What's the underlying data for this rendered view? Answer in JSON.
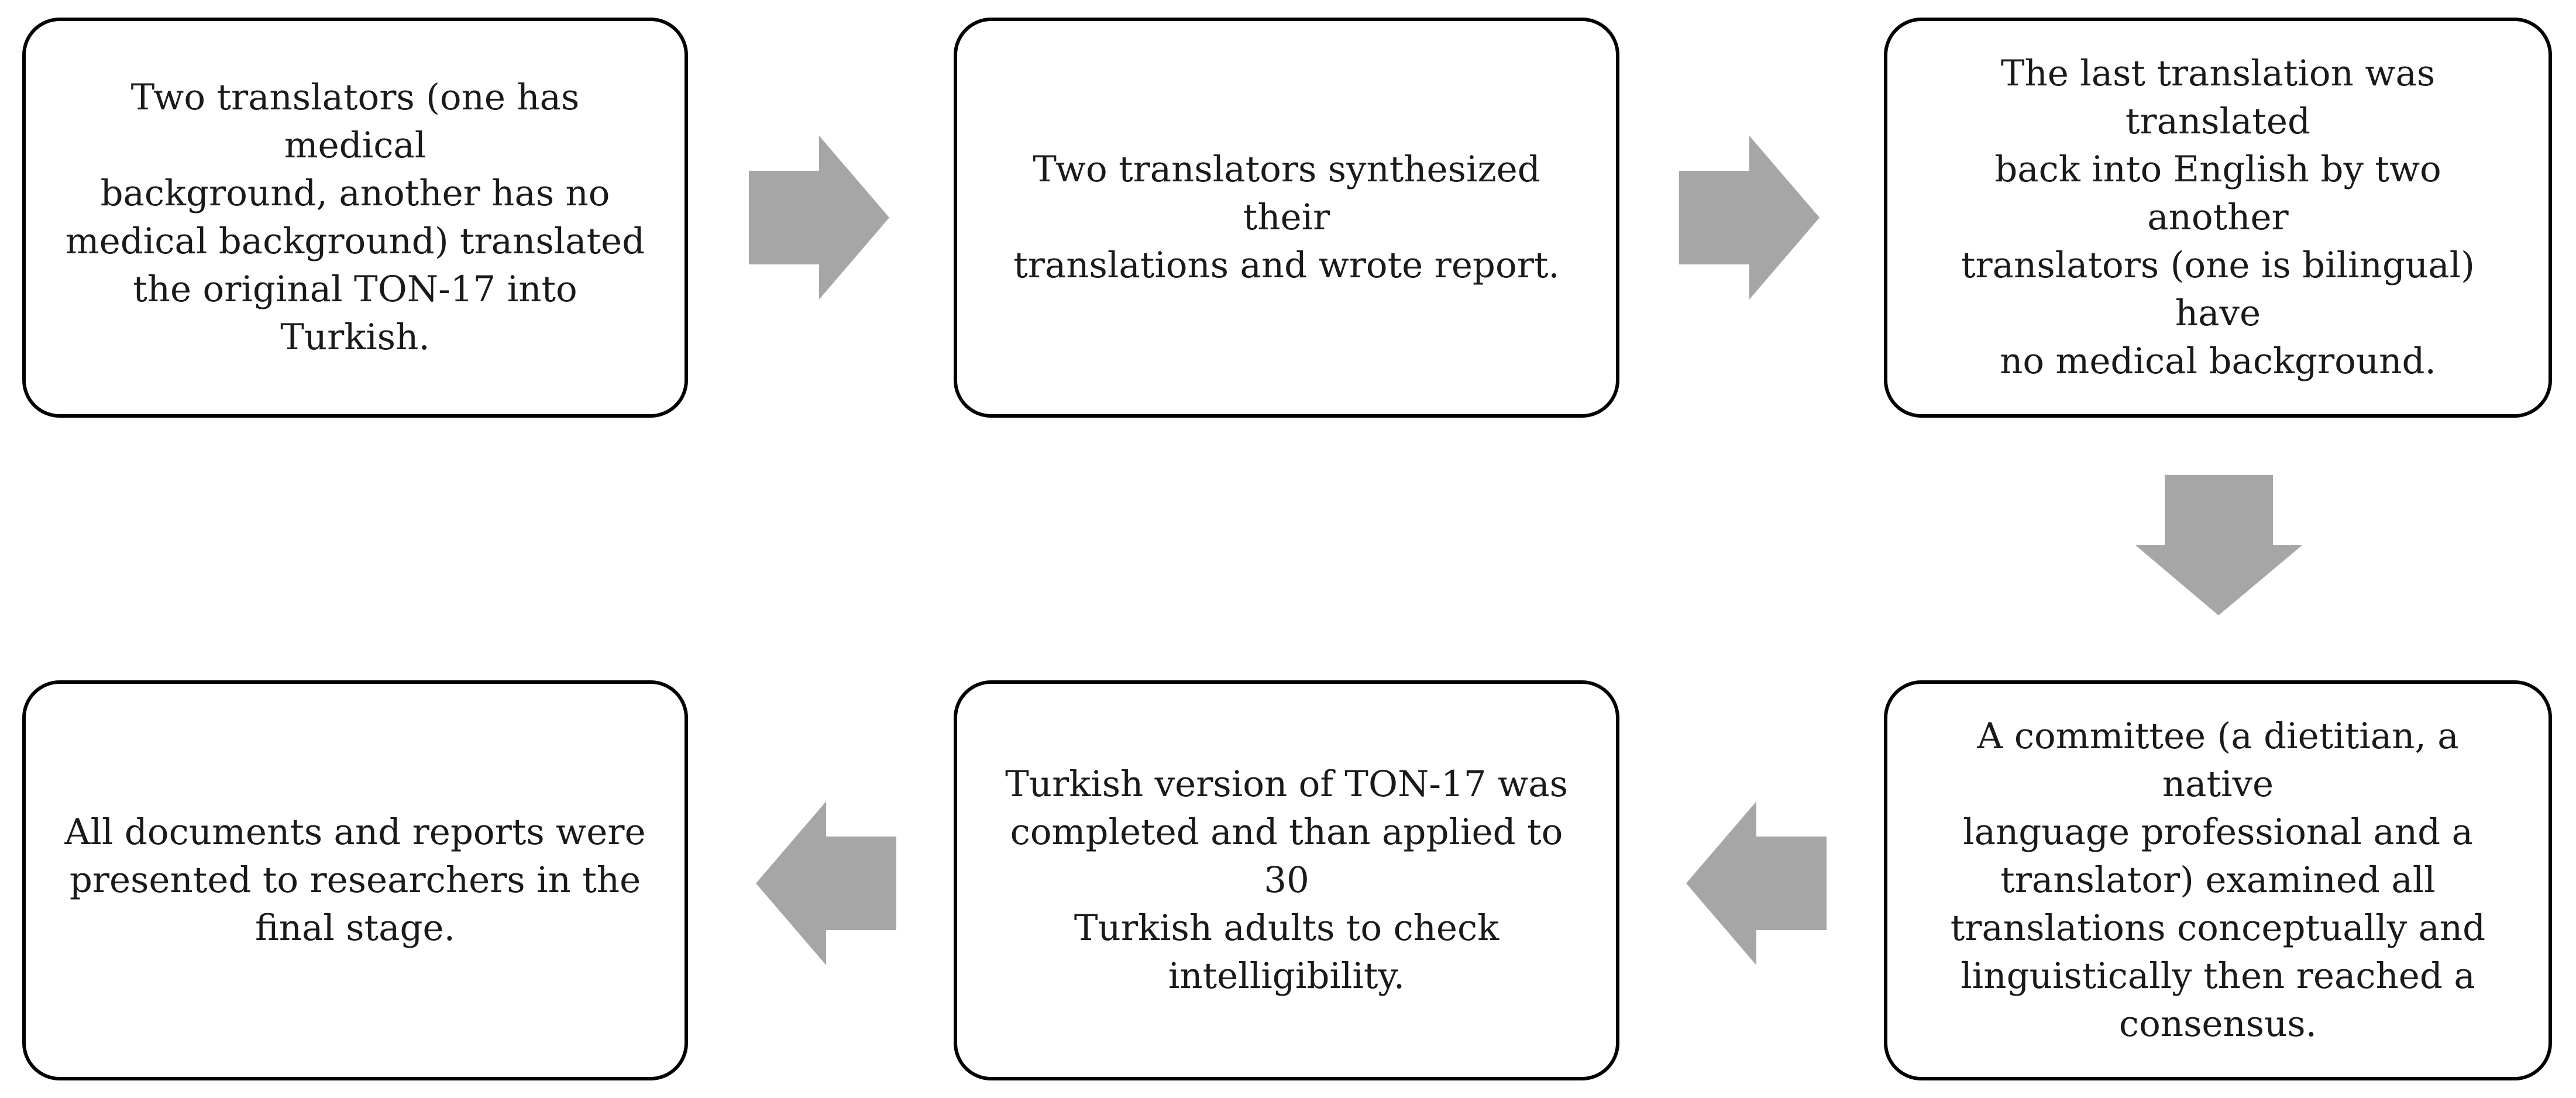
{
  "diagram": {
    "colors": {
      "box_border": "#000000",
      "box_fill": "#ffffff",
      "arrow_fill": "#a6a6a6",
      "text": "#1a1a1a"
    },
    "steps": [
      {
        "id": "step-1",
        "text": "Two translators (one has medical\nbackground, another has no\nmedical background) translated\nthe original TON-17 into Turkish."
      },
      {
        "id": "step-2",
        "text": "Two translators synthesized their\ntranslations and wrote report."
      },
      {
        "id": "step-3",
        "text": "The last translation was translated\nback into English by two another\ntranslators (one is bilingual) have\nno medical background."
      },
      {
        "id": "step-4",
        "text": "A  committee (a dietitian, a native\nlanguage professional and a\ntranslator) examined all\ntranslations conceptually and\nlinguistically then reached a\nconsensus."
      },
      {
        "id": "step-5",
        "text": "Turkish version of TON-17 was\ncompleted and than applied to 30\nTurkish adults to check\nintelligibility."
      },
      {
        "id": "step-6",
        "text": "All documents and reports were\npresented to researchers in the\nfinal stage."
      }
    ],
    "arrows": [
      {
        "id": "arrow-1-2",
        "direction": "right",
        "icon": "right-arrow-icon"
      },
      {
        "id": "arrow-2-3",
        "direction": "right",
        "icon": "right-arrow-icon"
      },
      {
        "id": "arrow-3-4",
        "direction": "down",
        "icon": "down-arrow-icon"
      },
      {
        "id": "arrow-4-5",
        "direction": "left",
        "icon": "left-arrow-icon"
      },
      {
        "id": "arrow-5-6",
        "direction": "left",
        "icon": "left-arrow-icon"
      }
    ]
  }
}
